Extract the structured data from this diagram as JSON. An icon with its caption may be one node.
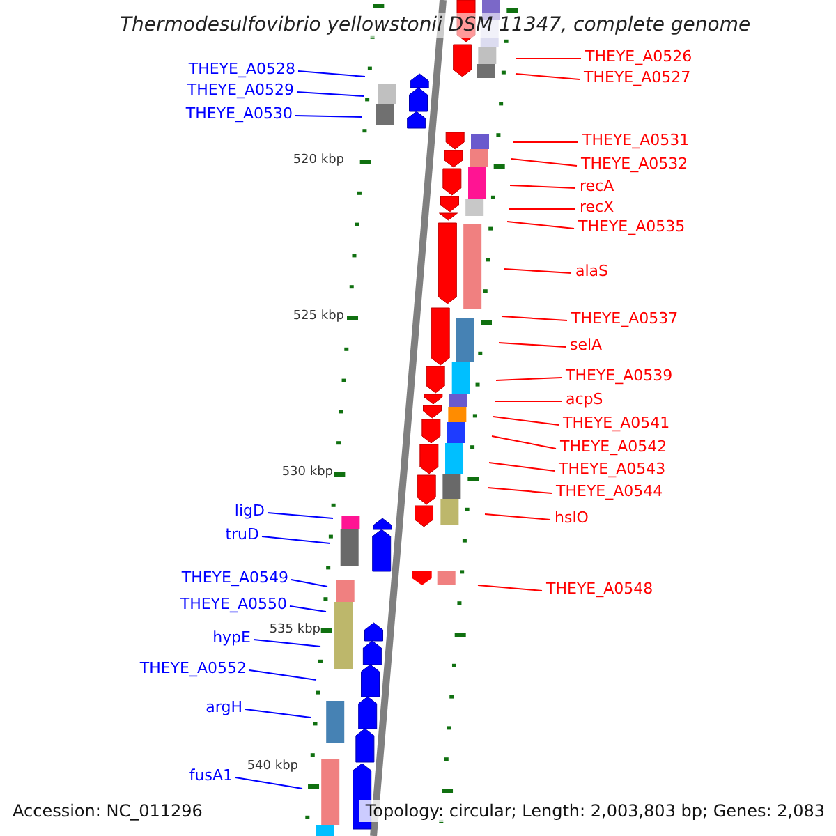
{
  "diagram": {
    "title": "Thermodesulfovibrio yellowstonii DSM 11347, complete genome",
    "nodes": [
      {
        "text": [
          "THEYE_A0526"
        ]
      },
      {
        "text": [
          "THEYE_A0528"
        ]
      },
      {
        "text": [
          "THEYE_A0527"
        ]
      },
      {
        "text": [
          "THEYE_A0529"
        ]
      },
      {
        "text": [
          "THEYE_A0530"
        ]
      },
      {
        "text": [
          "THEYE_A0531"
        ]
      },
      {
        "text": [
          "THEYE_A0532"
        ]
      },
      {
        "text": [
          "recA"
        ]
      },
      {
        "text": [
          "recX"
        ]
      },
      {
        "text": [
          "THEYE_A0535"
        ]
      },
      {
        "text": [
          "alaS"
        ]
      },
      {
        "text": [
          "THEYE_A0537"
        ]
      },
      {
        "text": [
          "selA"
        ]
      },
      {
        "text": [
          "THEYE_A0539"
        ]
      },
      {
        "text": [
          "acpS"
        ]
      },
      {
        "text": [
          "THEYE_A0541"
        ]
      },
      {
        "text": [
          "THEYE_A0542"
        ]
      },
      {
        "text": [
          "THEYE_A0543"
        ]
      },
      {
        "text": [
          "THEYE_A0544"
        ]
      },
      {
        "text": [
          "ligD"
        ]
      },
      {
        "text": [
          "hslO"
        ]
      },
      {
        "text": [
          "truD"
        ]
      },
      {
        "text": [
          "THEYE_A0549"
        ]
      },
      {
        "text": [
          "THEYE_A0548"
        ]
      },
      {
        "text": [
          "THEYE_A0550"
        ]
      },
      {
        "text": [
          "hypE"
        ]
      },
      {
        "text": [
          "THEYE_A0552"
        ]
      },
      {
        "text": [
          "argH"
        ]
      },
      {
        "text": [
          "fusA1"
        ]
      }
    ],
    "edges": [
      {
        "from": 0,
        "to": null,
        "arrow": "none"
      },
      {
        "from": 1,
        "to": null,
        "arrow": "none",
        "color": "#0000ff"
      },
      {
        "from": 2,
        "to": null,
        "arrow": "none"
      },
      {
        "from": 3,
        "to": null,
        "arrow": "none",
        "color": "#0000ff"
      },
      {
        "from": 4,
        "to": null,
        "arrow": "none",
        "color": "#0000ff"
      },
      {
        "from": 5,
        "to": null,
        "arrow": "none"
      },
      {
        "from": 6,
        "to": null,
        "arrow": "none"
      },
      {
        "from": 7,
        "to": null,
        "arrow": "none"
      },
      {
        "from": 8,
        "to": null,
        "arrow": "none"
      },
      {
        "from": 9,
        "to": null,
        "arrow": "none"
      },
      {
        "from": 10,
        "to": null,
        "arrow": "none"
      },
      {
        "from": 11,
        "to": null,
        "arrow": "none"
      },
      {
        "from": 12,
        "to": null,
        "arrow": "none"
      },
      {
        "from": 13,
        "to": null,
        "arrow": "none"
      },
      {
        "from": 14,
        "to": null,
        "arrow": "none"
      },
      {
        "from": 15,
        "to": null,
        "arrow": "none"
      },
      {
        "from": 16,
        "to": null,
        "arrow": "none"
      },
      {
        "from": 17,
        "to": null,
        "arrow": "none"
      },
      {
        "from": 18,
        "to": null,
        "arrow": "none"
      },
      {
        "from": 19,
        "to": null,
        "arrow": "none",
        "color": "#0000ff"
      },
      {
        "from": 20,
        "to": null,
        "arrow": "none"
      },
      {
        "from": 21,
        "to": null,
        "arrow": "none",
        "color": "#0000ff"
      },
      {
        "from": 22,
        "to": null,
        "arrow": "none",
        "color": "#0000ff"
      },
      {
        "from": 23,
        "to": null,
        "arrow": "none"
      },
      {
        "from": 24,
        "to": null,
        "arrow": "none",
        "color": "#0000ff"
      },
      {
        "from": 25,
        "to": null,
        "arrow": "none",
        "color": "#0000ff"
      },
      {
        "from": 26,
        "to": null,
        "arrow": "none",
        "color": "#0000ff"
      },
      {
        "from": 27,
        "to": null,
        "arrow": "none",
        "color": "#0000ff"
      },
      {
        "from": 28,
        "to": null,
        "arrow": "none",
        "color": "#0000ff"
      }
    ],
    "labels": [
      "520 kbp",
      "525 kbp",
      "530 kbp",
      "535 kbp",
      "540 kbp",
      "Accession: NC_011296",
      "Topology: circular; Length: 2,003,803 bp; Genes: 2,083"
    ]
  }
}
